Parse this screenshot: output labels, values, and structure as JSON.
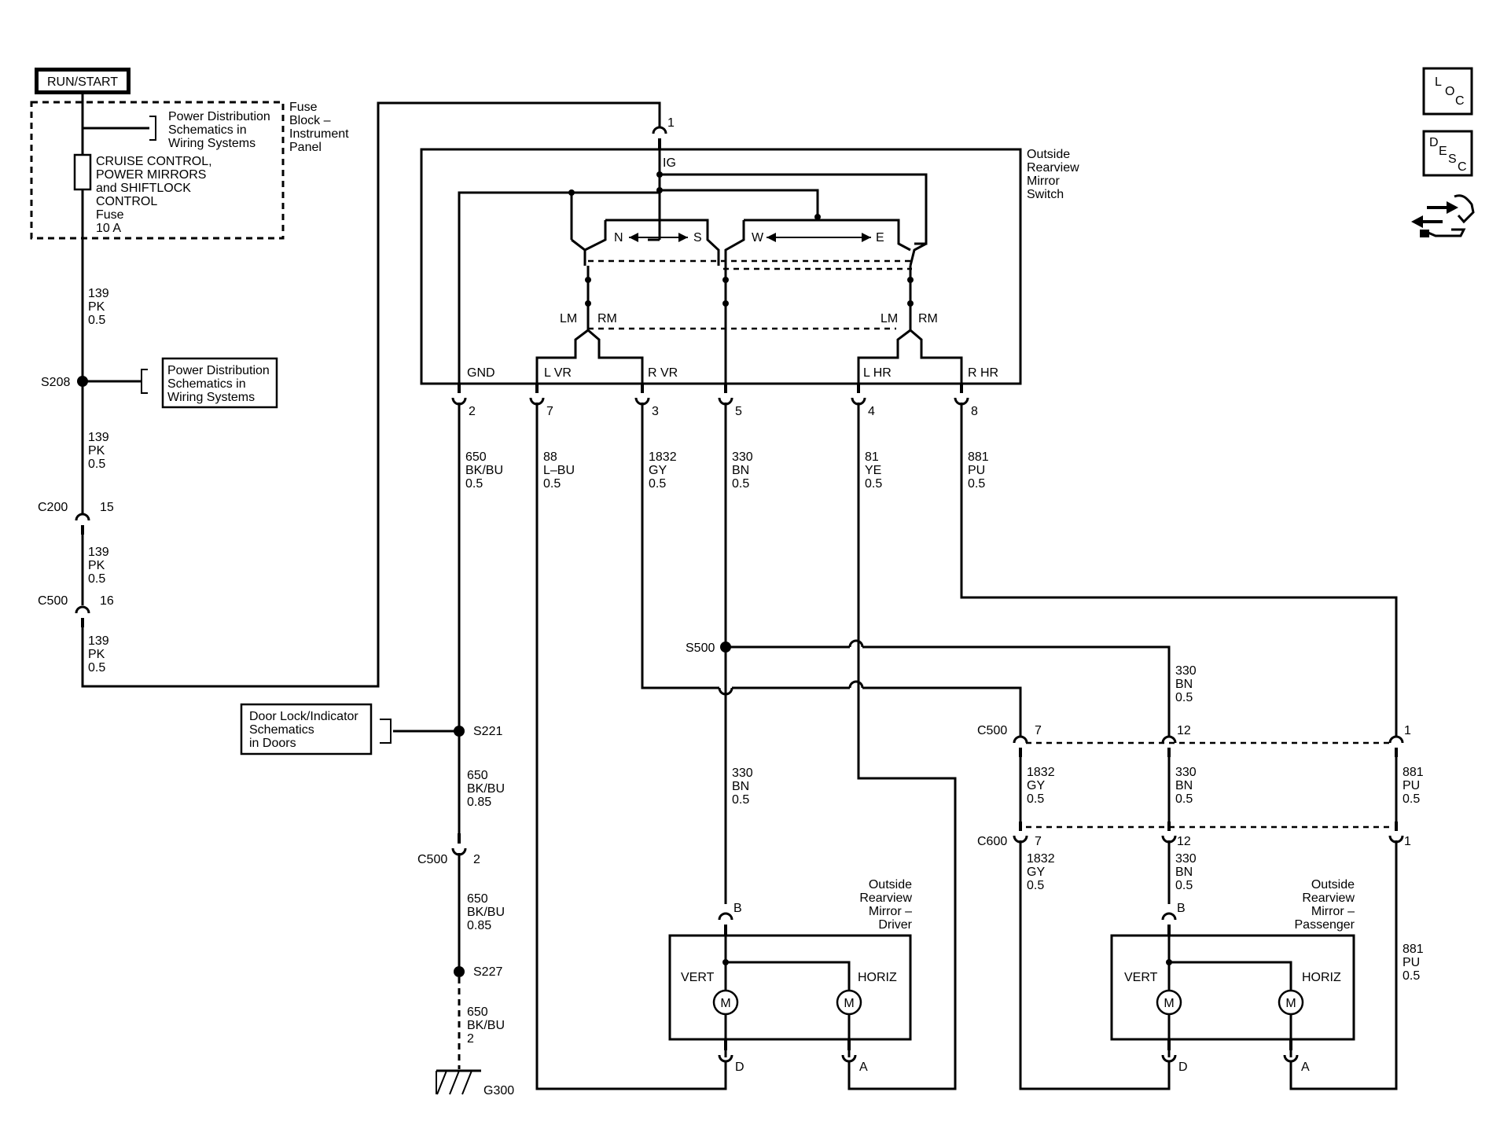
{
  "header": {
    "run_start": "RUN/START",
    "icons": [
      "loc-icon",
      "desc-icon",
      "schematic-connector-icon"
    ],
    "loc_l": "L",
    "loc_o": "O",
    "loc_c": "C",
    "desc_d": "D",
    "desc_e": "E",
    "desc_s": "S",
    "desc_c": "C"
  },
  "fuse_block": {
    "title_lines": [
      "Fuse",
      "Block –",
      "Instrument",
      "Panel"
    ],
    "power_dist_ref": [
      "Power Distribution",
      "Schematics in",
      "Wiring  Systems"
    ],
    "fuse_lines": [
      "CRUISE CONTROL,",
      "POWER MIRRORS",
      "and SHIFTLOCK",
      "CONTROL",
      "Fuse",
      "10 A"
    ]
  },
  "left_column": {
    "wire1": [
      "139",
      "PK",
      "0.5"
    ],
    "splice": "S208",
    "power_dist_ref2": [
      "Power Distribution",
      "Schematics in",
      "Wiring Systems"
    ],
    "wire2": [
      "139",
      "PK",
      "0.5"
    ],
    "c200": "C200",
    "c200_pin": "15",
    "wire3": [
      "139",
      "PK",
      "0.5"
    ],
    "c500": "C500",
    "c500_pin": "16",
    "wire4": [
      "139",
      "PK",
      "0.5"
    ]
  },
  "switch": {
    "title_lines": [
      "Outside",
      "Rearview",
      "Mirror",
      "Switch"
    ],
    "pin1": "1",
    "ig": "IG",
    "n": "N",
    "s": "S",
    "w": "W",
    "e": "E",
    "lm_left": "LM",
    "rm_left": "RM",
    "lm_right": "LM",
    "rm_right": "RM",
    "terminals": [
      "GND",
      "L VR",
      "R VR",
      "L HR",
      "R HR"
    ],
    "pins": [
      "2",
      "7",
      "3",
      "5",
      "4",
      "8"
    ]
  },
  "wires": {
    "gnd": [
      "650",
      "BK/BU",
      "0.5"
    ],
    "lvr": [
      "88",
      "L–BU",
      "0.5"
    ],
    "rvr": [
      "1832",
      "GY",
      "0.5"
    ],
    "com": [
      "330",
      "BN",
      "0.5"
    ],
    "lhr": [
      "81",
      "YE",
      "0.5"
    ],
    "rhr": [
      "881",
      "PU",
      "0.5"
    ]
  },
  "ground_path": {
    "door_lock_ref": [
      "Door Lock/Indicator",
      "Schematics",
      "in Doors"
    ],
    "s221": "S221",
    "wire1": [
      "650",
      "BK/BU",
      "0.85"
    ],
    "c500": "C500",
    "c500_pin": "2",
    "wire2": [
      "650",
      "BK/BU",
      "0.85"
    ],
    "s227": "S227",
    "wire3": [
      "650",
      "BK/BU",
      "2"
    ],
    "g300": "G300"
  },
  "middle": {
    "s500": "S500",
    "wire_to_pass": [
      "330",
      "BN",
      "0.5"
    ],
    "wire_to_driver": [
      "330",
      "BN",
      "0.5"
    ]
  },
  "connectors_right": {
    "c500": "C500",
    "c500_pins": [
      "7",
      "12",
      "1"
    ],
    "c600": "C600",
    "c600_pins": [
      "7",
      "12",
      "1"
    ],
    "w_gy_1": [
      "1832",
      "GY",
      "0.5"
    ],
    "w_bn_1": [
      "330",
      "BN",
      "0.5"
    ],
    "w_pu_1": [
      "881",
      "PU",
      "0.5"
    ],
    "w_gy_2": [
      "1832",
      "GY",
      "0.5"
    ],
    "w_bn_2": [
      "330",
      "BN",
      "0.5"
    ],
    "w_pu_2": [
      "881",
      "PU",
      "0.5"
    ]
  },
  "driver_mirror": {
    "title_lines": [
      "Outside",
      "Rearview",
      "Mirror –",
      "Driver"
    ],
    "pin_b": "B",
    "pin_d": "D",
    "pin_a": "A",
    "vert": "VERT",
    "horiz": "HORIZ",
    "motor": "M"
  },
  "passenger_mirror": {
    "title_lines": [
      "Outside",
      "Rearview",
      "Mirror –",
      "Passenger"
    ],
    "pin_b": "B",
    "pin_d": "D",
    "pin_a": "A",
    "vert": "VERT",
    "horiz": "HORIZ",
    "motor": "M"
  }
}
